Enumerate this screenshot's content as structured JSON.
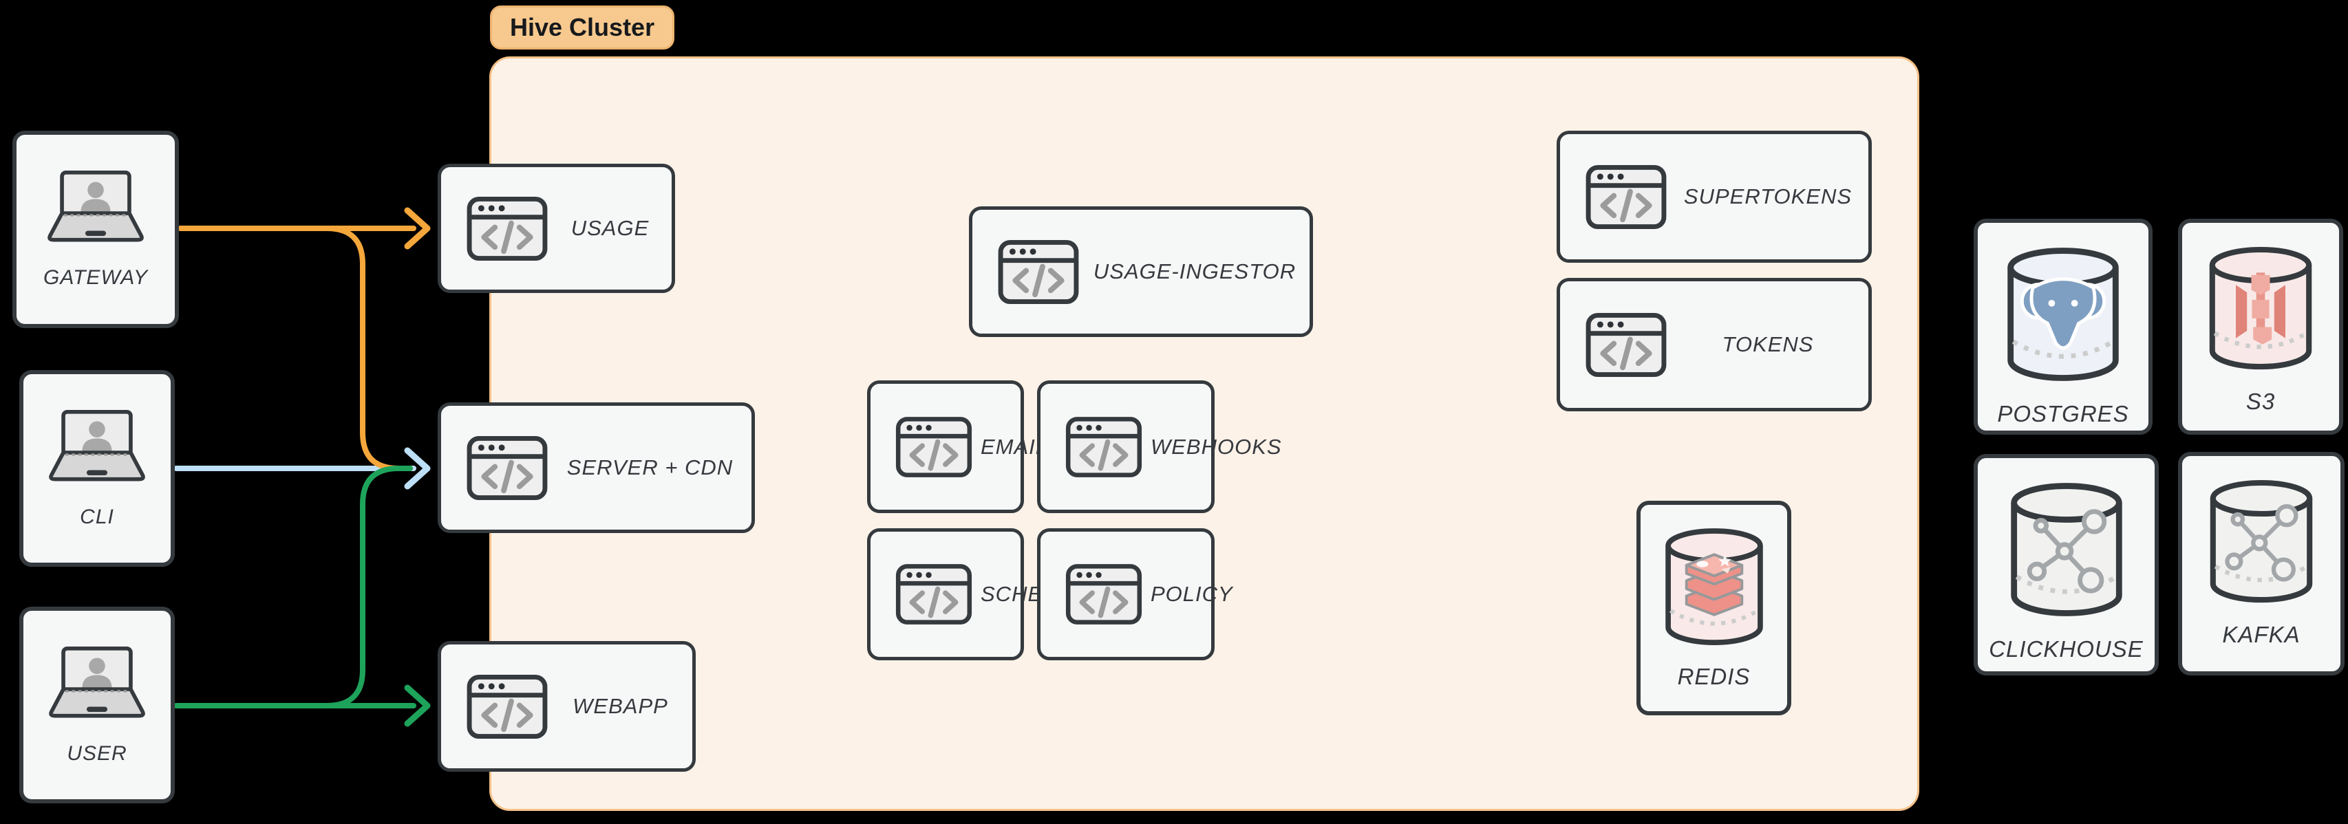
{
  "cluster": {
    "label": "Hive Cluster"
  },
  "clients": {
    "gateway": {
      "label": "GATEWAY"
    },
    "cli": {
      "label": "CLI"
    },
    "user": {
      "label": "USER"
    }
  },
  "cluster_services": {
    "usage": {
      "label": "USAGE"
    },
    "server_cdn": {
      "label": "SERVER + CDN"
    },
    "webapp": {
      "label": "WEBAPP"
    },
    "usage_ingestor": {
      "label": "USAGE-INGESTOR"
    },
    "emails": {
      "label": "EMAILS"
    },
    "webhooks": {
      "label": "WEBHOOKS"
    },
    "schema": {
      "label": "SCHEMA"
    },
    "policy": {
      "label": "POLICY"
    },
    "supertokens": {
      "label": "SUPERTOKENS"
    },
    "tokens": {
      "label": "TOKENS"
    },
    "redis": {
      "label": "REDIS"
    }
  },
  "external_stores": {
    "postgres": {
      "label": "POSTGRES"
    },
    "s3": {
      "label": "S3"
    },
    "clickhouse": {
      "label": "CLICKHOUSE"
    },
    "kafka": {
      "label": "KAFKA"
    }
  },
  "edges": [
    {
      "from": "GATEWAY",
      "to": "USAGE",
      "color_key": "orange"
    },
    {
      "from": "GATEWAY",
      "to": "SERVER + CDN",
      "color_key": "orange"
    },
    {
      "from": "CLI",
      "to": "SERVER + CDN",
      "color_key": "blue"
    },
    {
      "from": "USER",
      "to": "WEBAPP",
      "color_key": "green"
    },
    {
      "from": "USER",
      "to": "SERVER + CDN",
      "color_key": "green"
    }
  ],
  "icon_names": {
    "clients": "laptop-user-icon",
    "services": "code-window-icon",
    "redis": "database-redis-icon",
    "postgres": "database-postgres-icon",
    "s3": "database-s3-icon",
    "clickhouse": "database-network-icon",
    "kafka": "database-network-icon"
  },
  "colors": {
    "orange": "#F5A73B",
    "blue": "#BEDFF8",
    "green": "#1EA35B",
    "cluster_fill": "#FCF2E8",
    "cluster_border": "#F5C289",
    "badge_fill": "#F7C98E",
    "node_fill": "#F6F7F7",
    "node_border": "#353A3E",
    "canvas_bg": "#000000",
    "label_text": "#36393E"
  }
}
